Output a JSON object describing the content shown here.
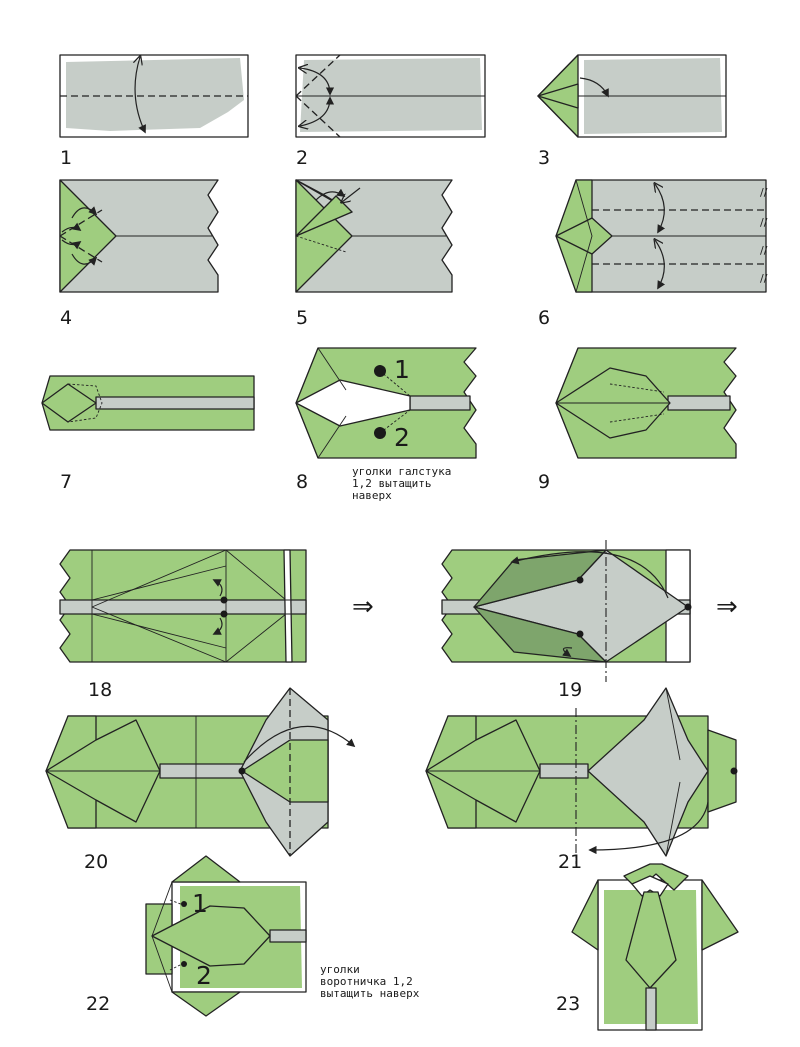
{
  "steps": [
    {
      "number": "1"
    },
    {
      "number": "2"
    },
    {
      "number": "3"
    },
    {
      "number": "4"
    },
    {
      "number": "5"
    },
    {
      "number": "6"
    },
    {
      "number": "7"
    },
    {
      "number": "8"
    },
    {
      "number": "9"
    },
    {
      "number": "18"
    },
    {
      "number": "19"
    },
    {
      "number": "20"
    },
    {
      "number": "21"
    },
    {
      "number": "22"
    },
    {
      "number": "23"
    }
  ],
  "notes": {
    "step8": [
      "уголки галстука",
      "1,2 вытащить",
      "наверх"
    ],
    "step22": [
      "уголки",
      "воротничка 1,2",
      "вытащить наверх"
    ]
  },
  "marks": {
    "step8": [
      "1",
      "2"
    ],
    "step22": [
      "1",
      "2"
    ]
  },
  "arrows": {
    "next": "⇒"
  },
  "colors": {
    "paper_green": "#9fcd7f",
    "paper_gray": "#c6cdc8",
    "paper_dark_green": "#7ea56c",
    "paper_white": "#ffffff",
    "line": "#222222"
  }
}
